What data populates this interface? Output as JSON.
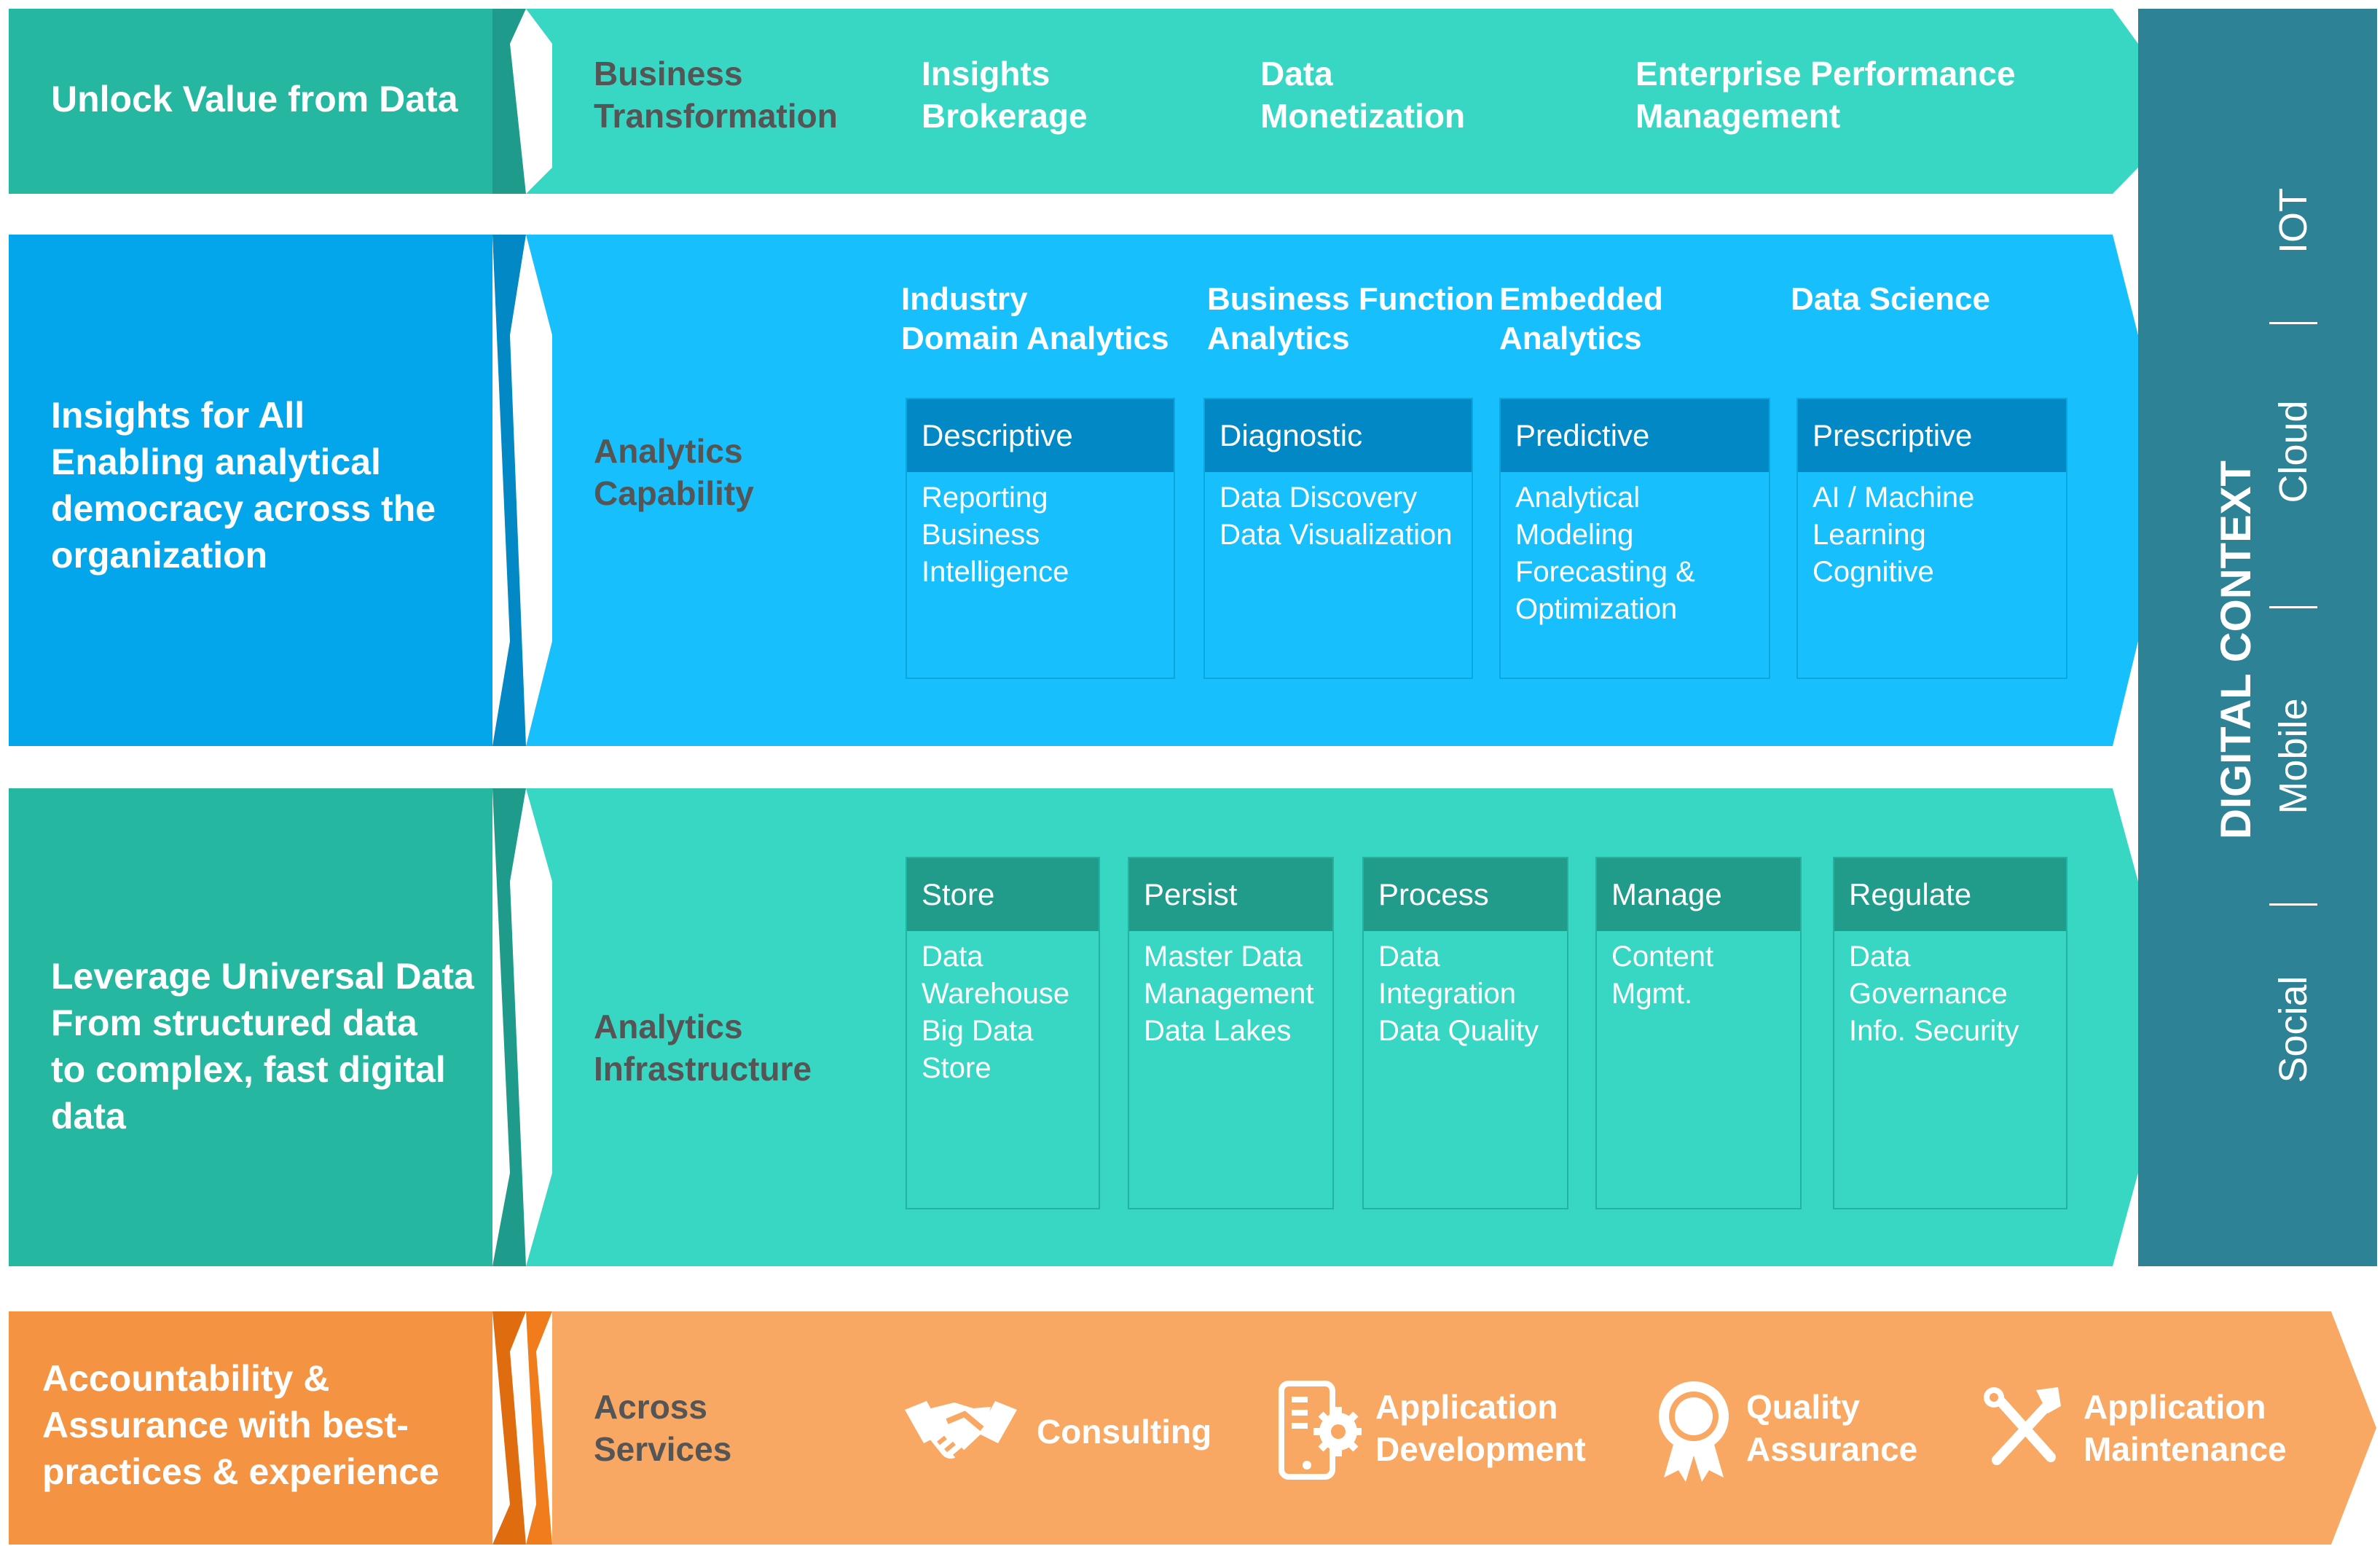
{
  "colors": {
    "teal_label": "#26b7a0",
    "teal_band": "#38d7c4",
    "teal_dark": "#1f9b8b",
    "teal_box_head": "#219c8b",
    "blue_label": "#03a6ea",
    "blue_band": "#17c0fd",
    "blue_dark": "#0288c5",
    "blue_box_head": "#0288c4",
    "orange_label": "#f49442",
    "orange_band": "#f8a863",
    "orange_dark": "#e06c10",
    "digital_context": "#2e8295"
  },
  "row1": {
    "label": "Unlock Value from Data",
    "items": [
      "Business\nTransformation",
      "Insights\nBrokerage",
      "Data\nMonetization",
      "Enterprise Performance\nManagement"
    ]
  },
  "row2": {
    "label": "Insights for All\nEnabling analytical\ndemocracy across the\norganization",
    "title": "Analytics\nCapability",
    "headers": [
      "Industry\nDomain Analytics",
      "Business Function\nAnalytics",
      "Embedded\nAnalytics",
      "Data Science"
    ],
    "boxes": [
      {
        "title": "Descriptive",
        "body": "Reporting\nBusiness\nIntelligence"
      },
      {
        "title": "Diagnostic",
        "body": "Data Discovery\nData Visualization"
      },
      {
        "title": "Predictive",
        "body": "Analytical\nModeling\nForecasting &\nOptimization"
      },
      {
        "title": "Prescriptive",
        "body": "AI / Machine\nLearning\nCognitive"
      }
    ]
  },
  "row3": {
    "label": "Leverage Universal Data\nFrom structured data\nto complex, fast digital\ndata",
    "title": "Analytics\nInfrastructure",
    "boxes": [
      {
        "title": "Store",
        "body": "Data\nWarehouse\nBig Data\nStore"
      },
      {
        "title": "Persist",
        "body": "Master Data\nManagement\nData Lakes"
      },
      {
        "title": "Process",
        "body": "Data\nIntegration\nData Quality"
      },
      {
        "title": "Manage",
        "body": "Content\nMgmt."
      },
      {
        "title": "Regulate",
        "body": "Data\nGovernance\nInfo. Security"
      }
    ]
  },
  "row4": {
    "label": "Accountability &\nAssurance with best-\npractices & experience",
    "title": "Across\nServices",
    "services": [
      {
        "icon": "handshake-icon",
        "label": "Consulting"
      },
      {
        "icon": "mobile-gear-icon",
        "label": "Application\nDevelopment"
      },
      {
        "icon": "award-ribbon-icon",
        "label": "Quality\nAssurance"
      },
      {
        "icon": "tools-icon",
        "label": "Application\nMaintenance"
      }
    ]
  },
  "digital_context": {
    "title": "DIGITAL CONTEXT",
    "items": [
      "Social",
      "Mobile",
      "Cloud",
      "IOT"
    ]
  }
}
